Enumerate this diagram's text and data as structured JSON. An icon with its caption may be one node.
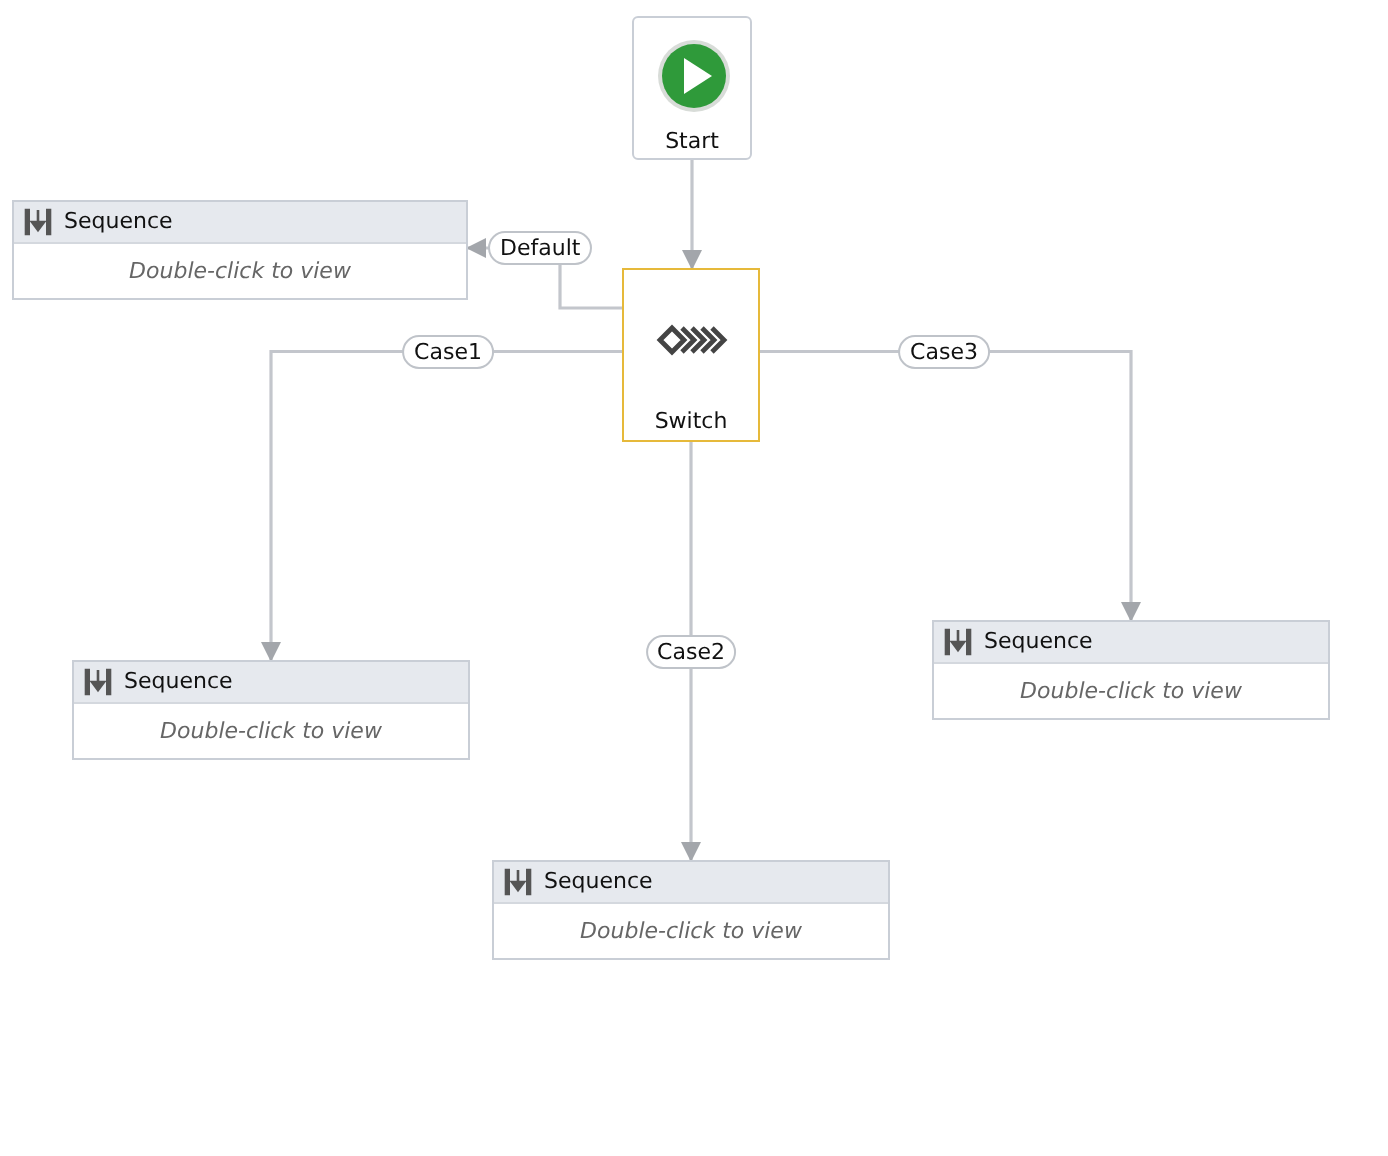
{
  "diagram": {
    "nodes": [
      {
        "text": [
          "Start"
        ]
      },
      {
        "text": [
          "Sequence",
          "Double-click to view"
        ]
      },
      {
        "text": [
          "Switch"
        ]
      },
      {
        "text": [
          "Sequence",
          "Double-click to view"
        ]
      },
      {
        "text": [
          "Sequence",
          "Double-click to view"
        ]
      },
      {
        "text": [
          "Sequence",
          "Double-click to view"
        ]
      }
    ],
    "edges": [
      {
        "from": 0,
        "to": 2,
        "arrow": "to"
      },
      {
        "from": 2,
        "to": 1,
        "label": "Default",
        "arrow": "to"
      },
      {
        "from": 2,
        "to": 4,
        "label": "Case1",
        "arrow": "to"
      },
      {
        "from": 2,
        "to": 5,
        "label": "Case2",
        "arrow": "to"
      },
      {
        "from": 2,
        "to": 3,
        "label": "Case3",
        "arrow": "to"
      }
    ]
  }
}
